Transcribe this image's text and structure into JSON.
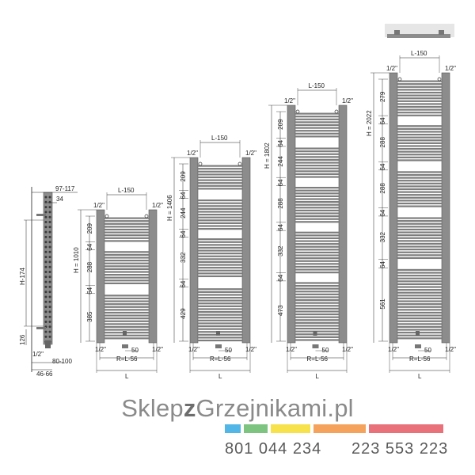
{
  "side_view": {
    "top_dim": "97-117",
    "offset_dim": "34",
    "height_dim": "H-174",
    "low_dim": "126",
    "pipe_label": "1/2\"",
    "depth_dim_1": "80-100",
    "depth_dim_2": "46-66"
  },
  "common": {
    "connection_label": "1/2\"",
    "spacing_label": "L-150",
    "valve_offset_label": "50",
    "bottom_span_label": "R=L-56",
    "width_label": "L"
  },
  "radiators": [
    {
      "height_label": "H = 1010",
      "segments": [
        "209",
        "64",
        "288",
        "64",
        "385"
      ]
    },
    {
      "height_label": "H = 1406",
      "segments": [
        "209",
        "64",
        "244",
        "64",
        "332",
        "64",
        "429"
      ]
    },
    {
      "height_label": "H = 1802",
      "segments": [
        "209",
        "64",
        "244",
        "64",
        "288",
        "64",
        "332",
        "64",
        "473"
      ]
    },
    {
      "height_label": "H = 2022",
      "segments": [
        "279",
        "64",
        "288",
        "64",
        "288",
        "64",
        "332",
        "64",
        "561"
      ]
    }
  ],
  "brand": {
    "prefix": "Sklep",
    "bold": "z",
    "middle": "Grzejnikami",
    "suffix": ".pl"
  },
  "brand_colors": [
    "#52b6e7",
    "#7cc47f",
    "#f7e24b",
    "#f5a35c",
    "#e9717a"
  ],
  "phones": [
    "801 044 234",
    "223 553 223"
  ]
}
